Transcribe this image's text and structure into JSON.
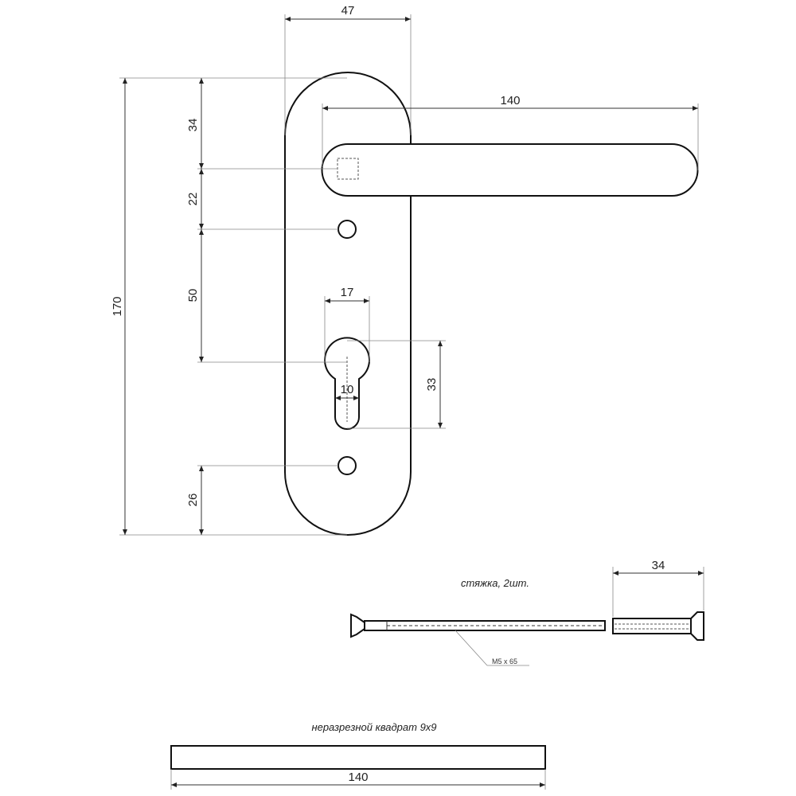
{
  "dimensions": {
    "plate_width": "47",
    "handle_length": "140",
    "total_height": "170",
    "top_to_spindle": "34",
    "spindle_to_hole": "22",
    "hole_to_cylinder": "50",
    "cylinder_width": "17",
    "cylinder_narrow_width": "10",
    "cylinder_height": "33",
    "bottom_hole_offset": "26",
    "sleeve_length": "34",
    "spindle_length": "140"
  },
  "labels": {
    "tie_rod": "стяжка, 2шт.",
    "screw_spec": "M5 x 65",
    "spindle": "неразрезной квадрат 9х9"
  }
}
